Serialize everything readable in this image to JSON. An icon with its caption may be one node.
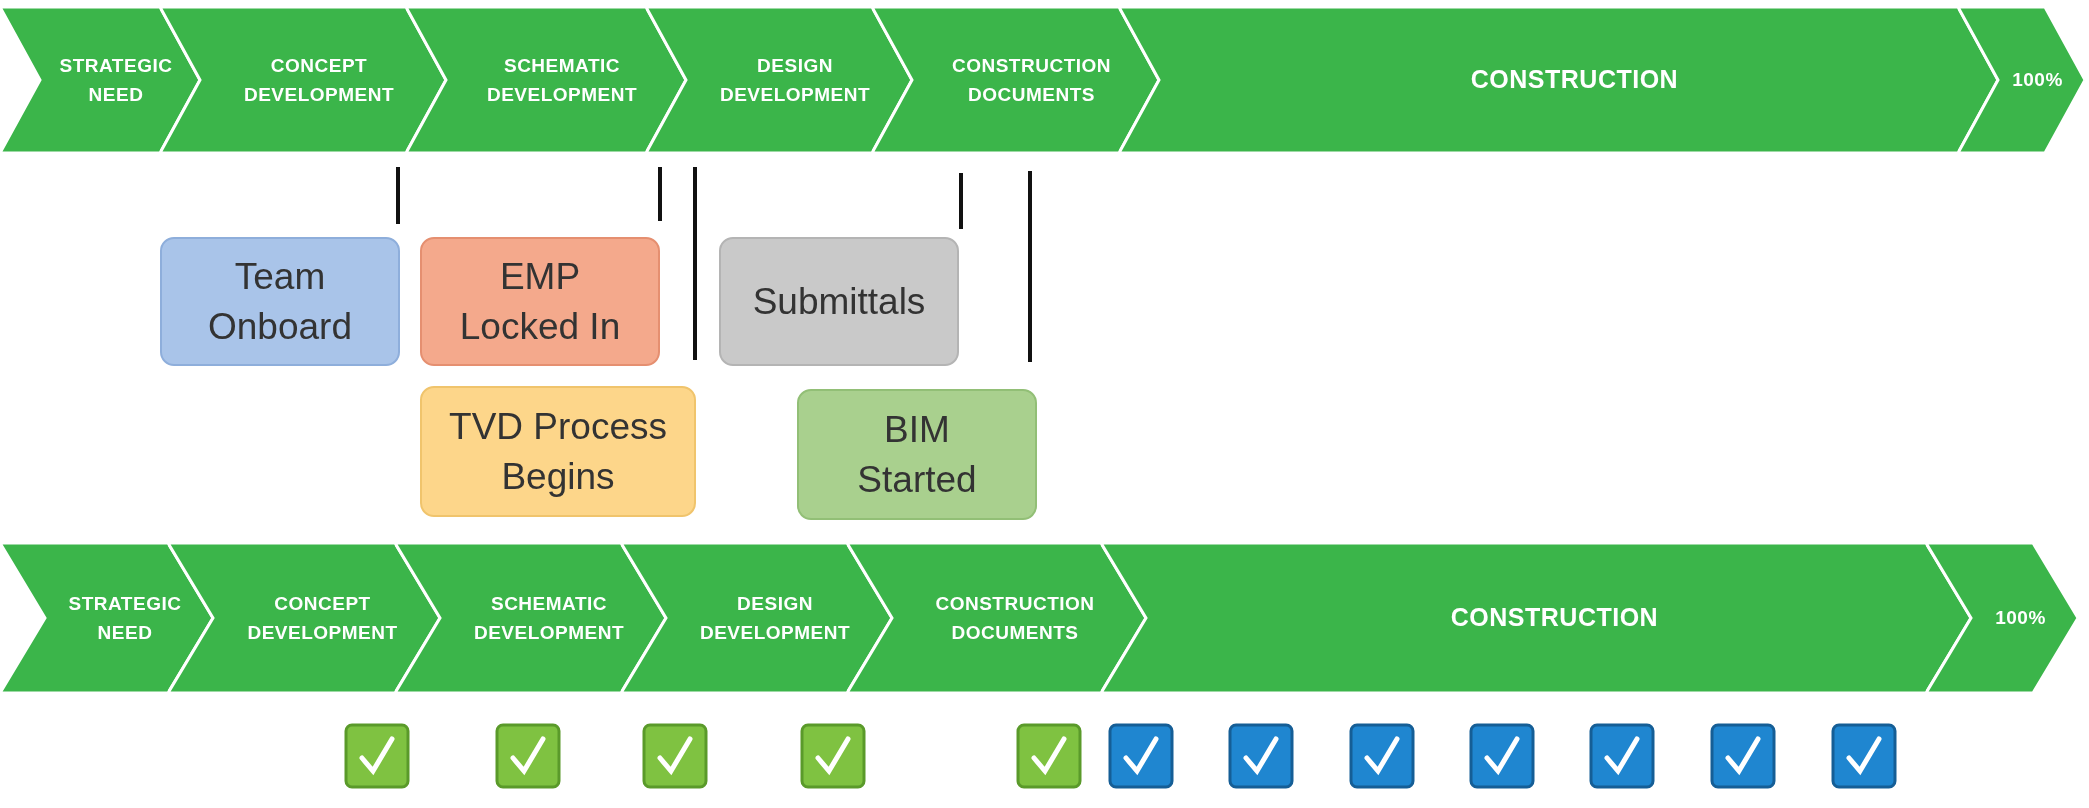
{
  "diagram": {
    "nodes": [
      {
        "text": [
          "STRATEGIC NEED"
        ]
      },
      {
        "text": [
          "CONCEPT DEVELOPMENT"
        ]
      },
      {
        "text": [
          "SCHEMATIC DEVELOPMENT"
        ]
      },
      {
        "text": [
          "DESIGN DEVELOPMENT"
        ]
      },
      {
        "text": [
          "CONSTRUCTION DOCUMENTS"
        ]
      },
      {
        "text": [
          "CONSTRUCTION"
        ]
      },
      {
        "text": [
          "100%"
        ]
      },
      {
        "text": [
          "Team Onboard"
        ]
      },
      {
        "text": [
          "EMP Locked In"
        ]
      },
      {
        "text": [
          "Submittals"
        ]
      },
      {
        "text": [
          "TVD Process Begins"
        ]
      },
      {
        "text": [
          "BIM Started"
        ]
      },
      {
        "text": [
          "STRATEGIC NEED"
        ]
      },
      {
        "text": [
          "CONCEPT DEVELOPMENT"
        ]
      },
      {
        "text": [
          "SCHEMATIC DEVELOPMENT"
        ]
      },
      {
        "text": [
          "DESIGN DEVELOPMENT"
        ]
      },
      {
        "text": [
          "CONSTRUCTION DOCUMENTS"
        ]
      },
      {
        "text": [
          "CONSTRUCTION"
        ]
      },
      {
        "text": [
          "100%"
        ]
      }
    ],
    "edges": []
  }
}
